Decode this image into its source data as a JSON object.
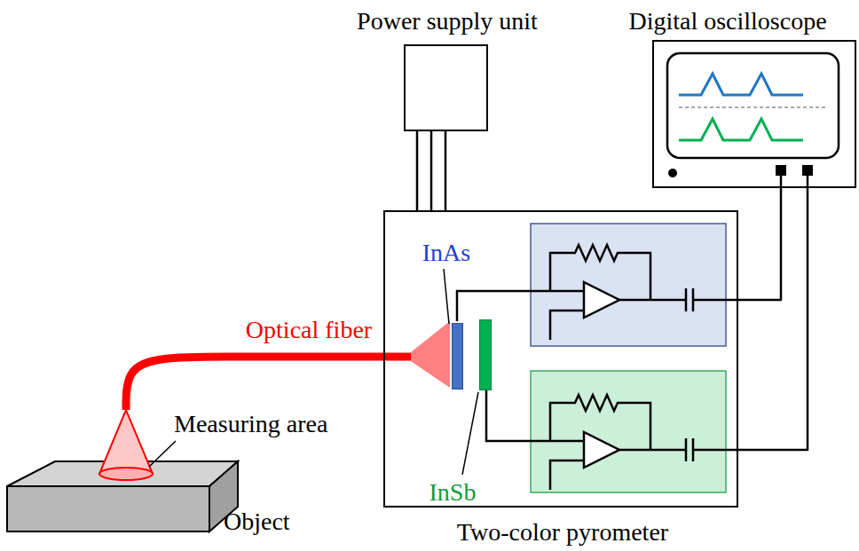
{
  "diagram": {
    "nodes": [
      {
        "text": [
          "Power supply unit"
        ]
      },
      {
        "text": [
          "Digital oscilloscope"
        ]
      },
      {
        "text": [
          "Two-color pyrometer"
        ]
      },
      {
        "text": [
          "InAs"
        ],
        "in": 2
      },
      {
        "text": [
          "InSb"
        ],
        "in": 2
      },
      {
        "text": [
          "Object"
        ]
      }
    ],
    "edges": [
      {
        "from": 0,
        "to": 2,
        "arrow": "none"
      },
      {
        "from": 2,
        "to": 1,
        "arrow": "none"
      },
      {
        "from": 2,
        "to": 1,
        "arrow": "none"
      },
      {
        "from": 5,
        "to": 2,
        "label": "Optical fiber",
        "arrow": "none"
      }
    ],
    "labels": [
      "Measuring area"
    ]
  }
}
